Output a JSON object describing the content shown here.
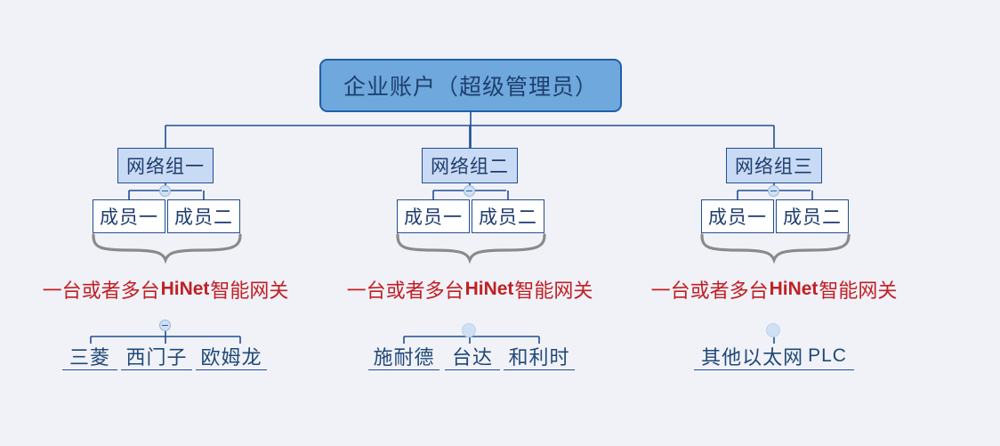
{
  "diagram": {
    "title_text": "企业账户（超级管理员）",
    "background_color": "#f1f2f7",
    "root": {
      "label": "企业账户（超级管理员）",
      "fill": "#6fa8dc",
      "border": "#1f5fa8",
      "text_color": "#1d3f70"
    },
    "groups": [
      {
        "label": "网络组一",
        "members": [
          "成员一",
          "成员二"
        ],
        "gateway_prefix": "一台或者多台",
        "gateway_brand": "HiNet",
        "gateway_suffix": "智能网关",
        "devices": [
          {
            "cn": "三菱",
            "en": ""
          },
          {
            "cn": "西门子",
            "en": ""
          },
          {
            "cn": "欧姆龙",
            "en": ""
          }
        ]
      },
      {
        "label": "网络组二",
        "members": [
          "成员一",
          "成员二"
        ],
        "gateway_prefix": "一台或者多台",
        "gateway_brand": "HiNet",
        "gateway_suffix": "智能网关",
        "devices": [
          {
            "cn": "施耐德",
            "en": ""
          },
          {
            "cn": "台达",
            "en": ""
          },
          {
            "cn": "和利时",
            "en": ""
          }
        ]
      },
      {
        "label": "网络组三",
        "members": [
          "成员一",
          "成员二"
        ],
        "gateway_prefix": "一台或者多台",
        "gateway_brand": "HiNet",
        "gateway_suffix": "智能网关",
        "devices": [
          {
            "cn": "其他以太网",
            "en": "PLC"
          }
        ]
      }
    ],
    "colors": {
      "group_fill": "#c9daf5",
      "member_fill": "#ffffff",
      "line": "#1f4e96",
      "gateway_text": "#bf2026",
      "leaf_text": "#1f4878",
      "brace": "#8a8a8a",
      "toggle_fill": "#cfe0f4"
    },
    "toggle_icon": "collapse-minus-icon"
  }
}
